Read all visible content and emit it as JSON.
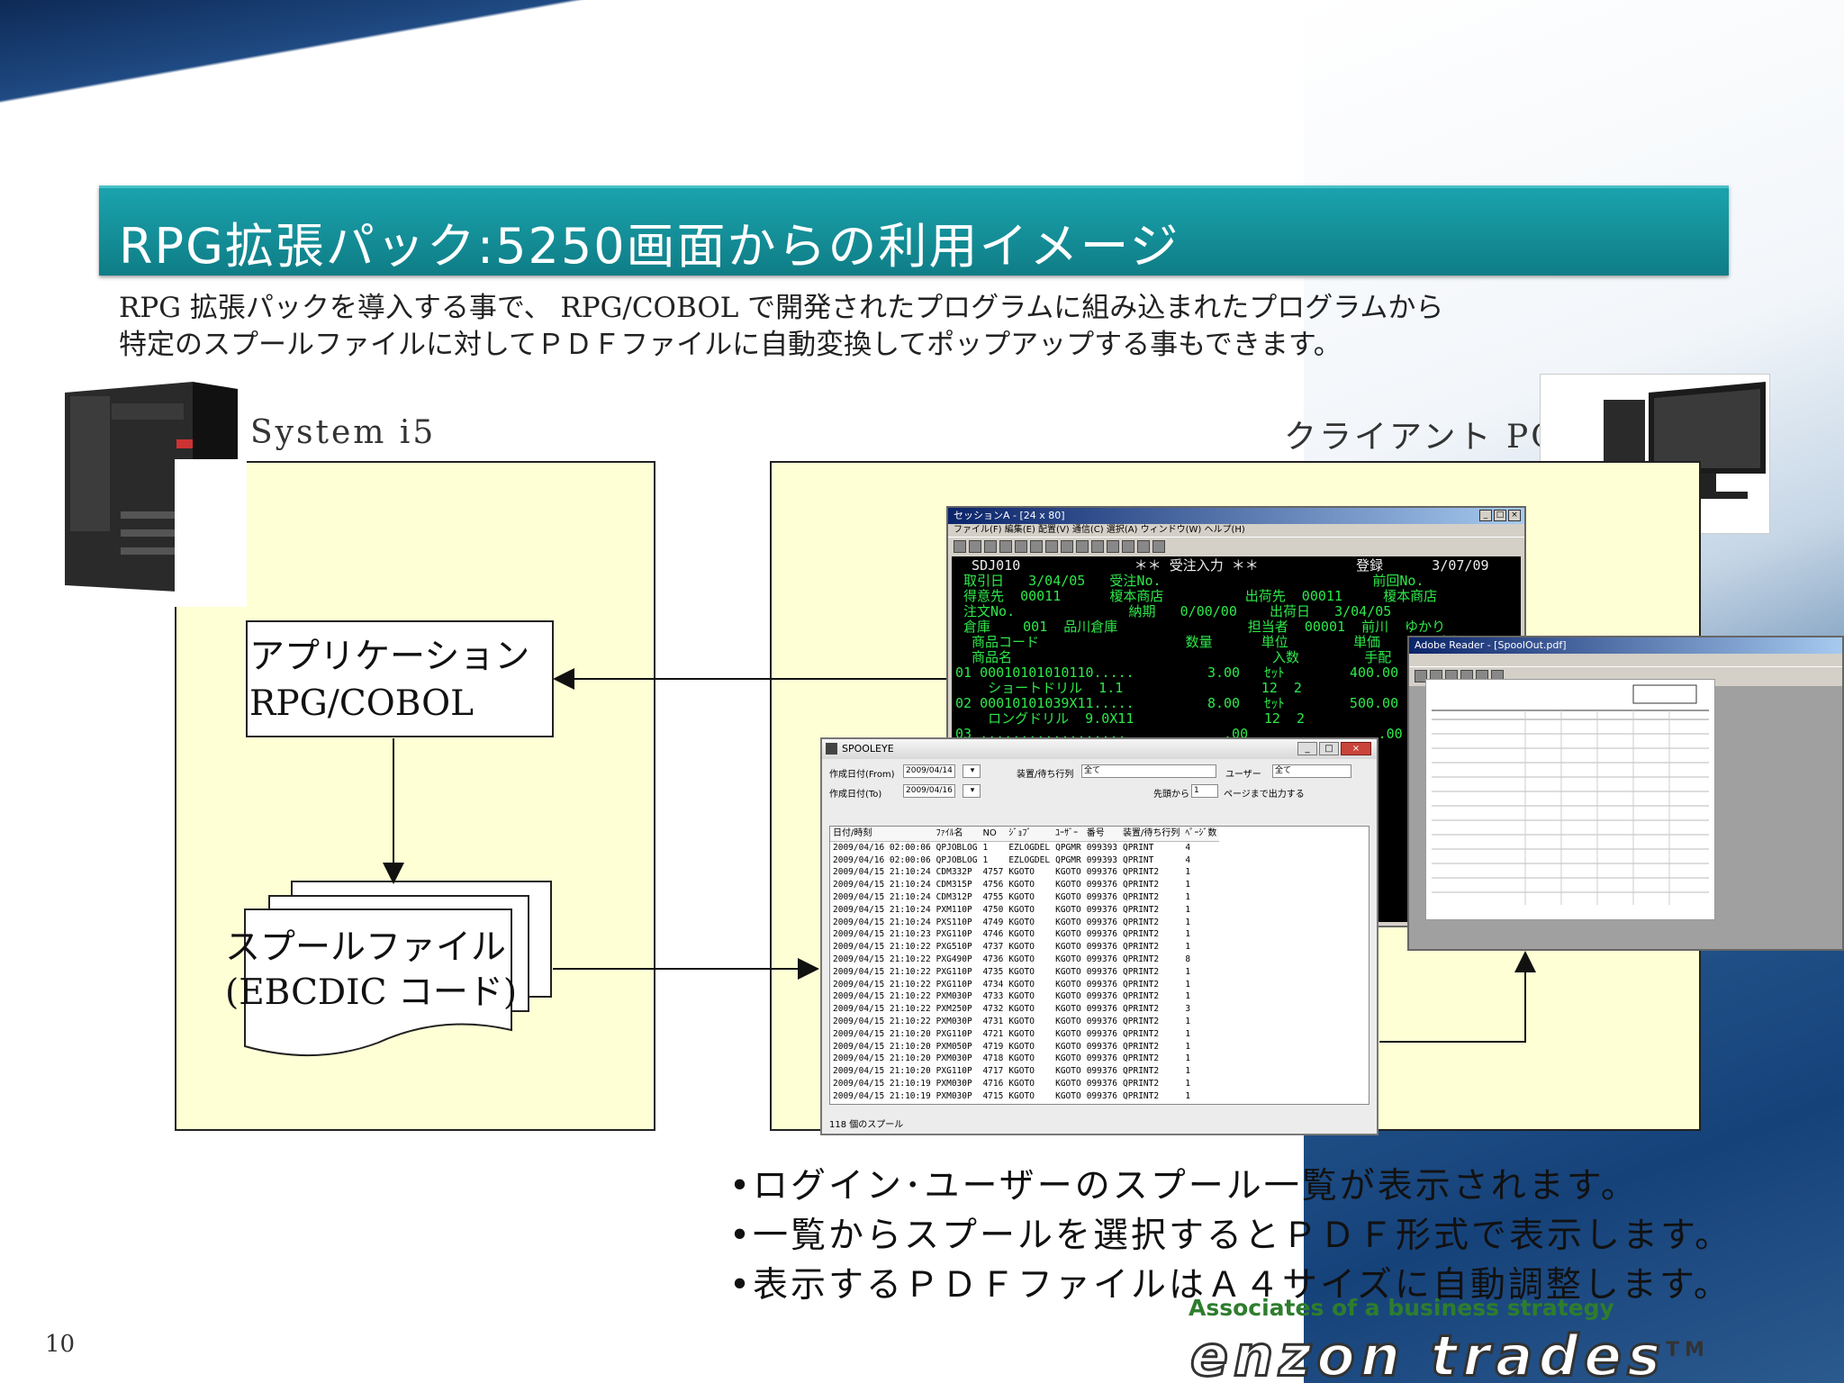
{
  "title": "RPG拡張パック:5250画面からの利用イメージ",
  "intro": {
    "line1": "RPG 拡張パックを導入する事で、 RPG/COBOL で開発されたプログラムに組み込まれたプログラムから",
    "line2": "特定のスプールファイルに対してＰＤＦファイルに自動変換してポップアップする事もできます。"
  },
  "system_label": "System i5",
  "client_label": "クライアント PC",
  "app_box": {
    "line1": "アプリケーション",
    "line2": "RPG/COBOL"
  },
  "spool_box": {
    "line1": "スプールファイル",
    "line2": "(EBCDIC コード)"
  },
  "terminal": {
    "title": "セッションA - [24 x 80]",
    "menu": "ファイル(F)  編集(E)  配置(V)  通信(C)  選択(A)  ウィンドウ(W)  ヘルプ(H)",
    "lines": [
      "  SDJ010              ＊＊ 受注入力 ＊＊            登録      3/07/09",
      " 取引日   3/04/05   受注No.                          前回No.",
      " 得意先  00011      榎本商店          出荷先  00011     榎本商店",
      " 注文No.              納期   0/00/00    出荷日   3/04/05",
      " 倉庫    001  品川倉庫                担当者  00001  前川  ゆかり",
      "  商品コード                  数量      単位        単価       金額",
      "  商品名                                入数        手配",
      "01 00010101010110.....         3.00   ｾｯﾄ        400.00",
      "    ショートドリル  1.1                 12  2",
      "02 00010101039X11.....         8.00   ｾｯﾄ        500.00",
      "    ロングドリル  9.0X11                12  2",
      "03 ..................            .00                .00"
    ]
  },
  "pdf_window": {
    "title": "Adobe Reader - [SpoolOut.pdf]"
  },
  "spooleye": {
    "title": "SPOOLEYE",
    "created_from_label": "作成日付(From)",
    "created_from_value": "2009/04/14",
    "created_to_label": "作成日付(To)",
    "created_to_value": "2009/04/16",
    "device_label": "装置/待ち行列",
    "device_value": "全て",
    "user_label": "ユーザー",
    "user_value": "全て",
    "from_label": "先頭から",
    "from_value": "1",
    "page_output_label": "ページまで出力する",
    "columns": [
      "日付/時刻",
      "ﾌｧｲﾙ名",
      "NO",
      "ｼﾞｮﾌﾞ",
      "ﾕｰｻﾞｰ",
      "番号",
      "装置/待ち行列",
      "ﾍﾟｰｼﾞ数"
    ],
    "rows": [
      [
        "2009/04/16 02:00:06",
        "QPJOBLOG",
        "1",
        "EZLOGDEL",
        "QPGMR",
        "099393",
        "QPRINT",
        "4"
      ],
      [
        "2009/04/16 02:00:06",
        "QPJOBLOG",
        "1",
        "EZLOGDEL",
        "QPGMR",
        "099393",
        "QPRINT",
        "4"
      ],
      [
        "2009/04/15 21:10:24",
        "CDM332P",
        "4757",
        "KGOTO",
        "KGOTO",
        "099376",
        "QPRINT2",
        "1"
      ],
      [
        "2009/04/15 21:10:24",
        "CDM315P",
        "4756",
        "KGOTO",
        "KGOTO",
        "099376",
        "QPRINT2",
        "1"
      ],
      [
        "2009/04/15 21:10:24",
        "CDM312P",
        "4755",
        "KGOTO",
        "KGOTO",
        "099376",
        "QPRINT2",
        "1"
      ],
      [
        "2009/04/15 21:10:24",
        "PXM110P",
        "4750",
        "KGOTO",
        "KGOTO",
        "099376",
        "QPRINT2",
        "1"
      ],
      [
        "2009/04/15 21:10:24",
        "PXS110P",
        "4749",
        "KGOTO",
        "KGOTO",
        "099376",
        "QPRINT2",
        "1"
      ],
      [
        "2009/04/15 21:10:23",
        "PXG110P",
        "4746",
        "KGOTO",
        "KGOTO",
        "099376",
        "QPRINT2",
        "1"
      ],
      [
        "2009/04/15 21:10:22",
        "PXG510P",
        "4737",
        "KGOTO",
        "KGOTO",
        "099376",
        "QPRINT2",
        "1"
      ],
      [
        "2009/04/15 21:10:22",
        "PXG490P",
        "4736",
        "KGOTO",
        "KGOTO",
        "099376",
        "QPRINT2",
        "8"
      ],
      [
        "2009/04/15 21:10:22",
        "PXG110P",
        "4735",
        "KGOTO",
        "KGOTO",
        "099376",
        "QPRINT2",
        "1"
      ],
      [
        "2009/04/15 21:10:22",
        "PXG110P",
        "4734",
        "KGOTO",
        "KGOTO",
        "099376",
        "QPRINT2",
        "1"
      ],
      [
        "2009/04/15 21:10:22",
        "PXM030P",
        "4733",
        "KGOTO",
        "KGOTO",
        "099376",
        "QPRINT2",
        "1"
      ],
      [
        "2009/04/15 21:10:22",
        "PXM250P",
        "4732",
        "KGOTO",
        "KGOTO",
        "099376",
        "QPRINT2",
        "3"
      ],
      [
        "2009/04/15 21:10:22",
        "PXM030P",
        "4731",
        "KGOTO",
        "KGOTO",
        "099376",
        "QPRINT2",
        "1"
      ],
      [
        "2009/04/15 21:10:20",
        "PXG110P",
        "4721",
        "KGOTO",
        "KGOTO",
        "099376",
        "QPRINT2",
        "1"
      ],
      [
        "2009/04/15 21:10:20",
        "PXM050P",
        "4719",
        "KGOTO",
        "KGOTO",
        "099376",
        "QPRINT2",
        "1"
      ],
      [
        "2009/04/15 21:10:20",
        "PXM030P",
        "4718",
        "KGOTO",
        "KGOTO",
        "099376",
        "QPRINT2",
        "1"
      ],
      [
        "2009/04/15 21:10:20",
        "PXG110P",
        "4717",
        "KGOTO",
        "KGOTO",
        "099376",
        "QPRINT2",
        "1"
      ],
      [
        "2009/04/15 21:10:19",
        "PXM030P",
        "4716",
        "KGOTO",
        "KGOTO",
        "099376",
        "QPRINT2",
        "1"
      ],
      [
        "2009/04/15 21:10:19",
        "PXM030P",
        "4715",
        "KGOTO",
        "KGOTO",
        "099376",
        "QPRINT2",
        "1"
      ]
    ],
    "status": "118 個のスプール"
  },
  "bullets": [
    "•ログイン･ユーザーのスプール一覧が表示されます。",
    "•一覧からスプールを選択するとＰＤＦ形式で表示します。",
    "•表示するＰＤＦファイルはＡ４サイズに自動調整します。"
  ],
  "page_number": "10",
  "logo": {
    "tagline": "Associates of a business strategy",
    "name": "enzon trades",
    "tm": "TM"
  }
}
